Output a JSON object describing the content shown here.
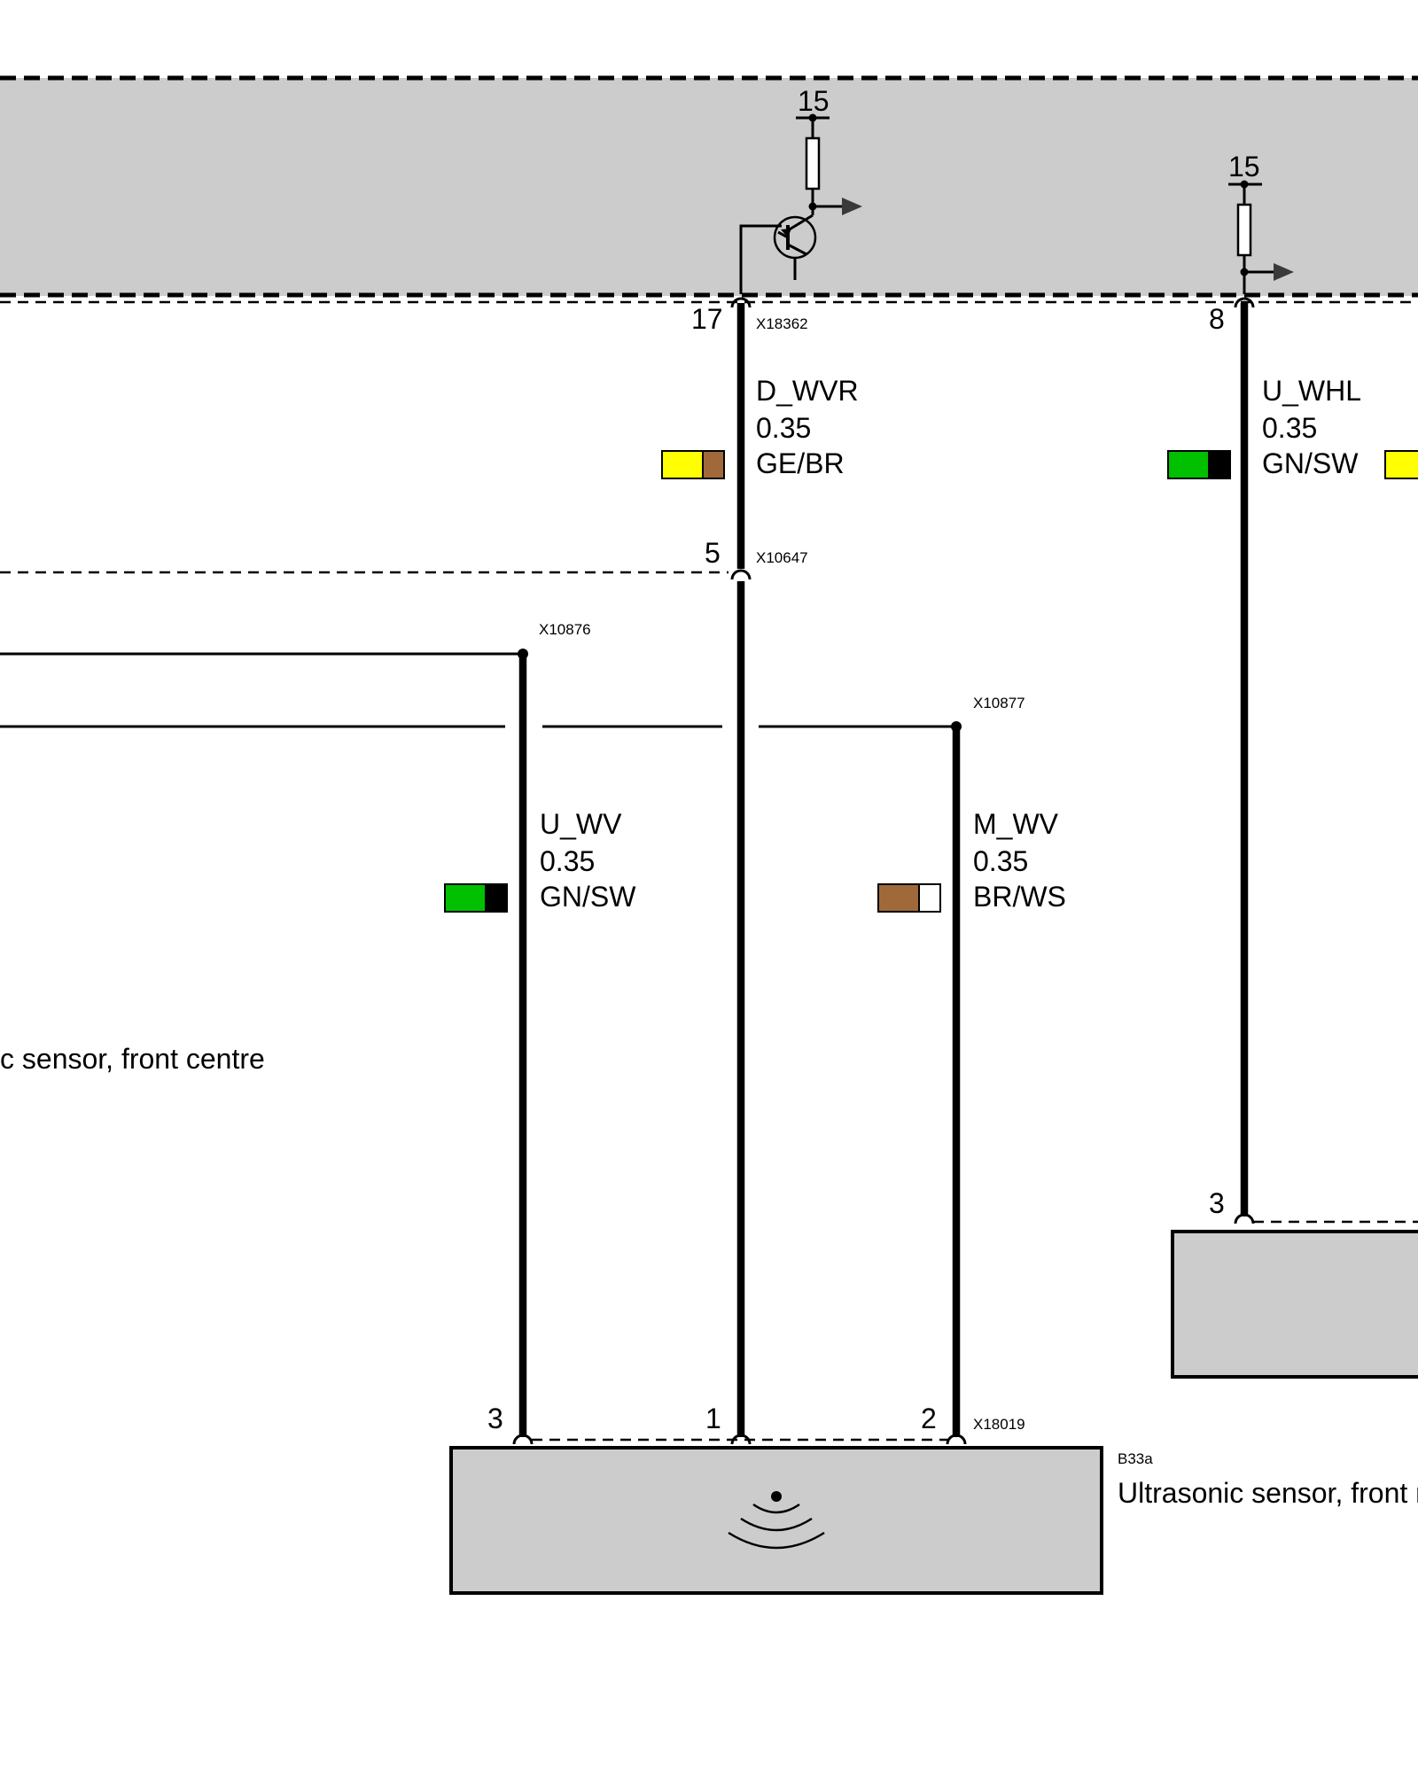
{
  "colors": {
    "module_fill": "#cccccc",
    "GE": "#ffff00",
    "BR": "#a0693a",
    "GN": "#00c000",
    "SW": "#000000",
    "WS": "#ffffff"
  },
  "control_unit": {
    "supply_15_left": "15",
    "supply_15_right": "15",
    "connector": "X18362"
  },
  "wires": {
    "d_wvr": {
      "signal": "D_WVR",
      "gauge": "0.35",
      "color_code": "GE/BR",
      "colors": [
        "GE",
        "BR"
      ],
      "pin_top": "17",
      "pin_mid": "5",
      "pin_bottom": "1"
    },
    "u_whl": {
      "signal": "U_WHL",
      "gauge": "0.35",
      "color_code": "GN/SW",
      "colors": [
        "GN",
        "SW"
      ],
      "pin_top": "8",
      "pin_bottom": "3"
    },
    "u_wv": {
      "signal": "U_WV",
      "gauge": "0.35",
      "color_code": "GN/SW",
      "colors": [
        "GN",
        "SW"
      ],
      "pin_bottom": "3"
    },
    "m_wv": {
      "signal": "M_WV",
      "gauge": "0.35",
      "color_code": "BR/WS",
      "colors": [
        "BR",
        "WS"
      ],
      "pin_bottom": "2"
    }
  },
  "connectors": {
    "inline": "X10647",
    "splice_left": "X10876",
    "splice_right": "X10877",
    "sensor": "X18019"
  },
  "components": {
    "left_sensor_label": "c sensor, front centre",
    "sensor_id": "B33a",
    "sensor_label": "Ultrasonic sensor, front r"
  },
  "sensor_icon": "ultrasonic-waves-icon"
}
